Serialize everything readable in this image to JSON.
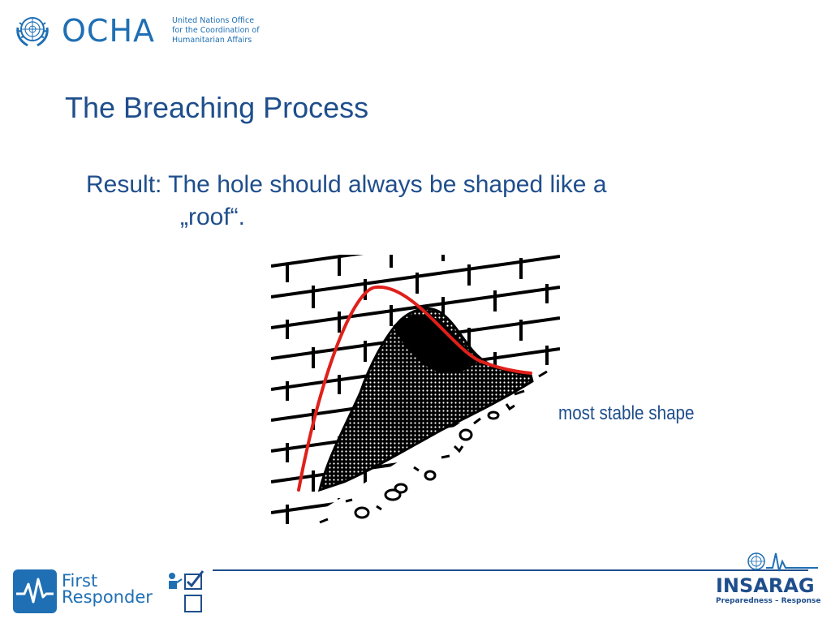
{
  "header": {
    "ocha_name": "OCHA",
    "ocha_subtitle": [
      "United Nations Office",
      "for the Coordination of",
      "Humanitarian Affairs"
    ]
  },
  "slide": {
    "title": "The Breaching Process",
    "result_line1": "Result: The hole should always be shaped like a",
    "result_line2": "„roof“.",
    "caption": "most stable shape"
  },
  "footer": {
    "first_responder_line1": "First",
    "first_responder_line2": "Responder",
    "insarag_name": "INSARAG",
    "insarag_tagline": "Preparedness – Response"
  },
  "colors": {
    "brand_blue": "#1f6fb4",
    "text_blue": "#1f4e8c",
    "curve_red": "#e0201a"
  }
}
